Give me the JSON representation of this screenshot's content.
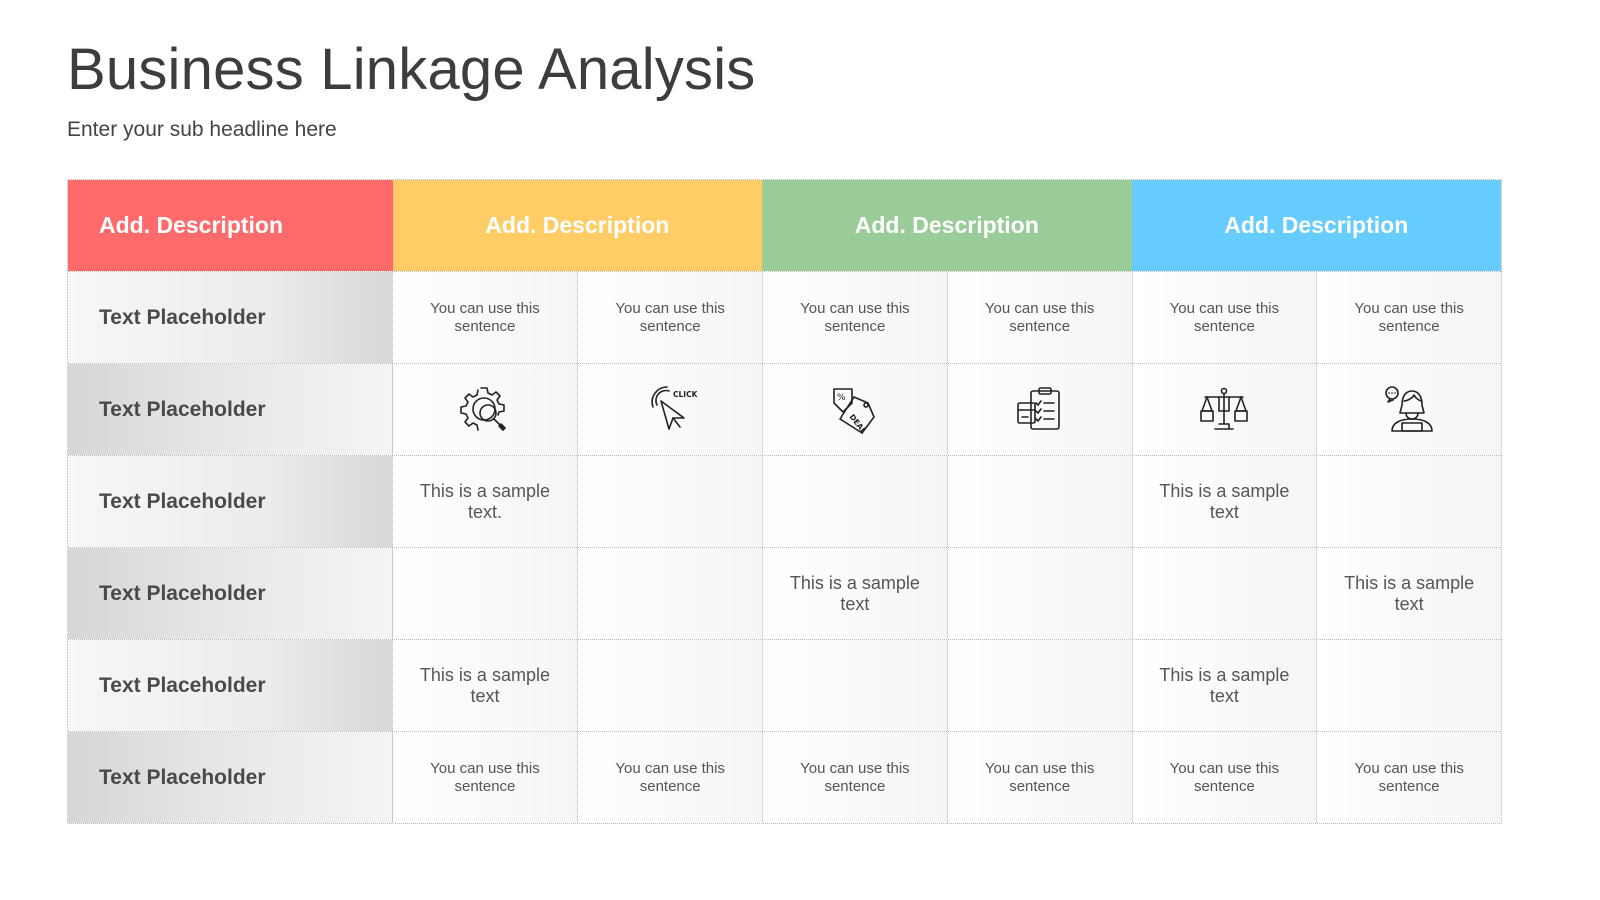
{
  "title": "Business Linkage Analysis",
  "subtitle": "Enter your sub headline here",
  "headers": [
    {
      "label": "Add. Description",
      "color": "#ff6b6b"
    },
    {
      "label": "Add. Description",
      "color": "#ffcc66"
    },
    {
      "label": "Add. Description",
      "color": "#99cc99"
    },
    {
      "label": "Add. Description",
      "color": "#66ccff"
    }
  ],
  "rows": [
    {
      "label": "Text Placeholder",
      "cells": [
        "You can use this sentence",
        "You can use this sentence",
        "You can use this sentence",
        "You can use this sentence",
        "You can use this sentence",
        "You can use this sentence"
      ]
    },
    {
      "label": "Text Placeholder",
      "icons": [
        "gear-search-icon",
        "click-cursor-icon",
        "deal-tag-icon",
        "clipboard-checklist-icon",
        "balance-scale-icon",
        "support-agent-icon"
      ]
    },
    {
      "label": "Text Placeholder",
      "cells": [
        "This is a sample text.",
        "",
        "",
        "",
        "This is a sample text",
        ""
      ]
    },
    {
      "label": "Text Placeholder",
      "cells": [
        "",
        "",
        "This is a sample text",
        "",
        "",
        "This is a sample text"
      ]
    },
    {
      "label": "Text Placeholder",
      "cells": [
        "This is a sample text",
        "",
        "",
        "",
        "This is a sample text",
        ""
      ]
    },
    {
      "label": "Text Placeholder",
      "cells": [
        "You can use this sentence",
        "You can use this sentence",
        "You can use this sentence",
        "You can use this sentence",
        "You can use this sentence",
        "You can use this sentence"
      ]
    }
  ],
  "icon_labels": {
    "click_text": "CLICK!",
    "deal_text": "DEAL",
    "percent": "%"
  }
}
